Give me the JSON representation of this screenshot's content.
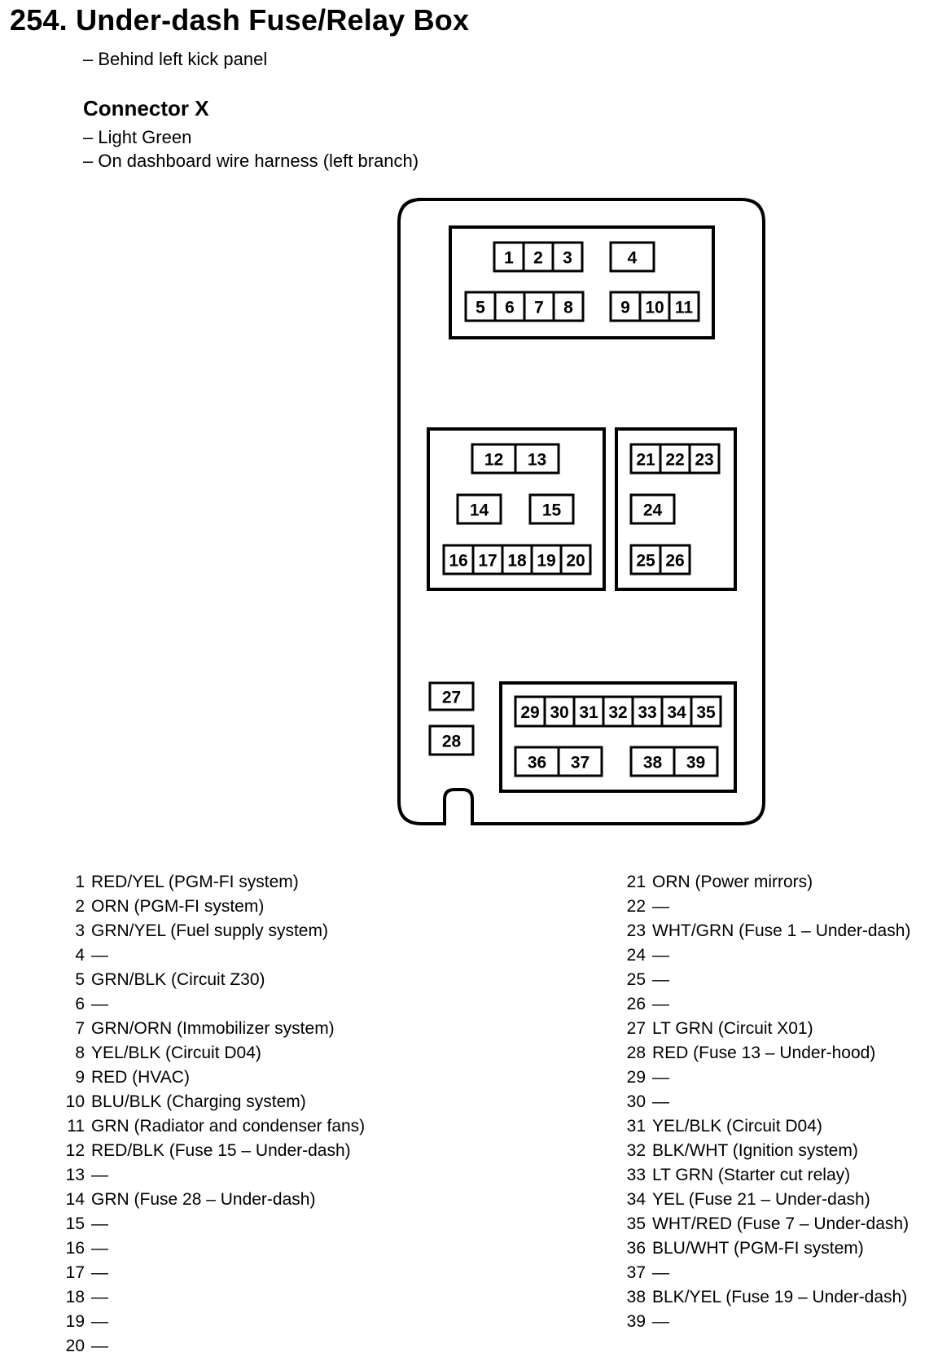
{
  "header": {
    "title": "254. Under-dash Fuse/Relay Box",
    "location": "– Behind left kick panel"
  },
  "connector": {
    "name": "Connector X",
    "color": "– Light Green",
    "harness": "– On dashboard wire harness (left branch)"
  },
  "diagram": {
    "terminals": [
      "1",
      "2",
      "3",
      "4",
      "5",
      "6",
      "7",
      "8",
      "9",
      "10",
      "11",
      "12",
      "13",
      "14",
      "15",
      "16",
      "17",
      "18",
      "19",
      "20",
      "21",
      "22",
      "23",
      "24",
      "25",
      "26",
      "27",
      "28",
      "29",
      "30",
      "31",
      "32",
      "33",
      "34",
      "35",
      "36",
      "37",
      "38",
      "39"
    ]
  },
  "pins_left": [
    {
      "num": "1",
      "desc": "RED/YEL (PGM-FI system)"
    },
    {
      "num": "2",
      "desc": "ORN (PGM-FI system)"
    },
    {
      "num": "3",
      "desc": "GRN/YEL (Fuel supply system)"
    },
    {
      "num": "4",
      "desc": "—"
    },
    {
      "num": "5",
      "desc": "GRN/BLK (Circuit Z30)"
    },
    {
      "num": "6",
      "desc": "—"
    },
    {
      "num": "7",
      "desc": "GRN/ORN (Immobilizer system)"
    },
    {
      "num": "8",
      "desc": "YEL/BLK (Circuit D04)"
    },
    {
      "num": "9",
      "desc": "RED (HVAC)"
    },
    {
      "num": "10",
      "desc": "BLU/BLK (Charging system)"
    },
    {
      "num": "11",
      "desc": "GRN (Radiator and condenser fans)"
    },
    {
      "num": "12",
      "desc": "RED/BLK (Fuse 15 – Under-dash)"
    },
    {
      "num": "13",
      "desc": "—"
    },
    {
      "num": "14",
      "desc": "GRN (Fuse 28 – Under-dash)"
    },
    {
      "num": "15",
      "desc": "—"
    },
    {
      "num": "16",
      "desc": "—"
    },
    {
      "num": "17",
      "desc": "—"
    },
    {
      "num": "18",
      "desc": "—"
    },
    {
      "num": "19",
      "desc": "—"
    },
    {
      "num": "20",
      "desc": "—"
    }
  ],
  "pins_right": [
    {
      "num": "21",
      "desc": "ORN (Power mirrors)"
    },
    {
      "num": "22",
      "desc": "—"
    },
    {
      "num": "23",
      "desc": "WHT/GRN (Fuse 1 – Under-dash)"
    },
    {
      "num": "24",
      "desc": "—"
    },
    {
      "num": "25",
      "desc": "—"
    },
    {
      "num": "26",
      "desc": "—"
    },
    {
      "num": "27",
      "desc": "LT GRN (Circuit X01)"
    },
    {
      "num": "28",
      "desc": "RED (Fuse 13 – Under-hood)"
    },
    {
      "num": "29",
      "desc": "—"
    },
    {
      "num": "30",
      "desc": "—"
    },
    {
      "num": "31",
      "desc": "YEL/BLK (Circuit D04)"
    },
    {
      "num": "32",
      "desc": "BLK/WHT (Ignition system)"
    },
    {
      "num": "33",
      "desc": "LT GRN (Starter cut relay)"
    },
    {
      "num": "34",
      "desc": "YEL (Fuse 21 – Under-dash)"
    },
    {
      "num": "35",
      "desc": "WHT/RED (Fuse 7 – Under-dash)"
    },
    {
      "num": "36",
      "desc": "BLU/WHT (PGM-FI system)"
    },
    {
      "num": "37",
      "desc": "—"
    },
    {
      "num": "38",
      "desc": "BLK/YEL (Fuse 19 – Under-dash)"
    },
    {
      "num": "39",
      "desc": "—"
    }
  ]
}
